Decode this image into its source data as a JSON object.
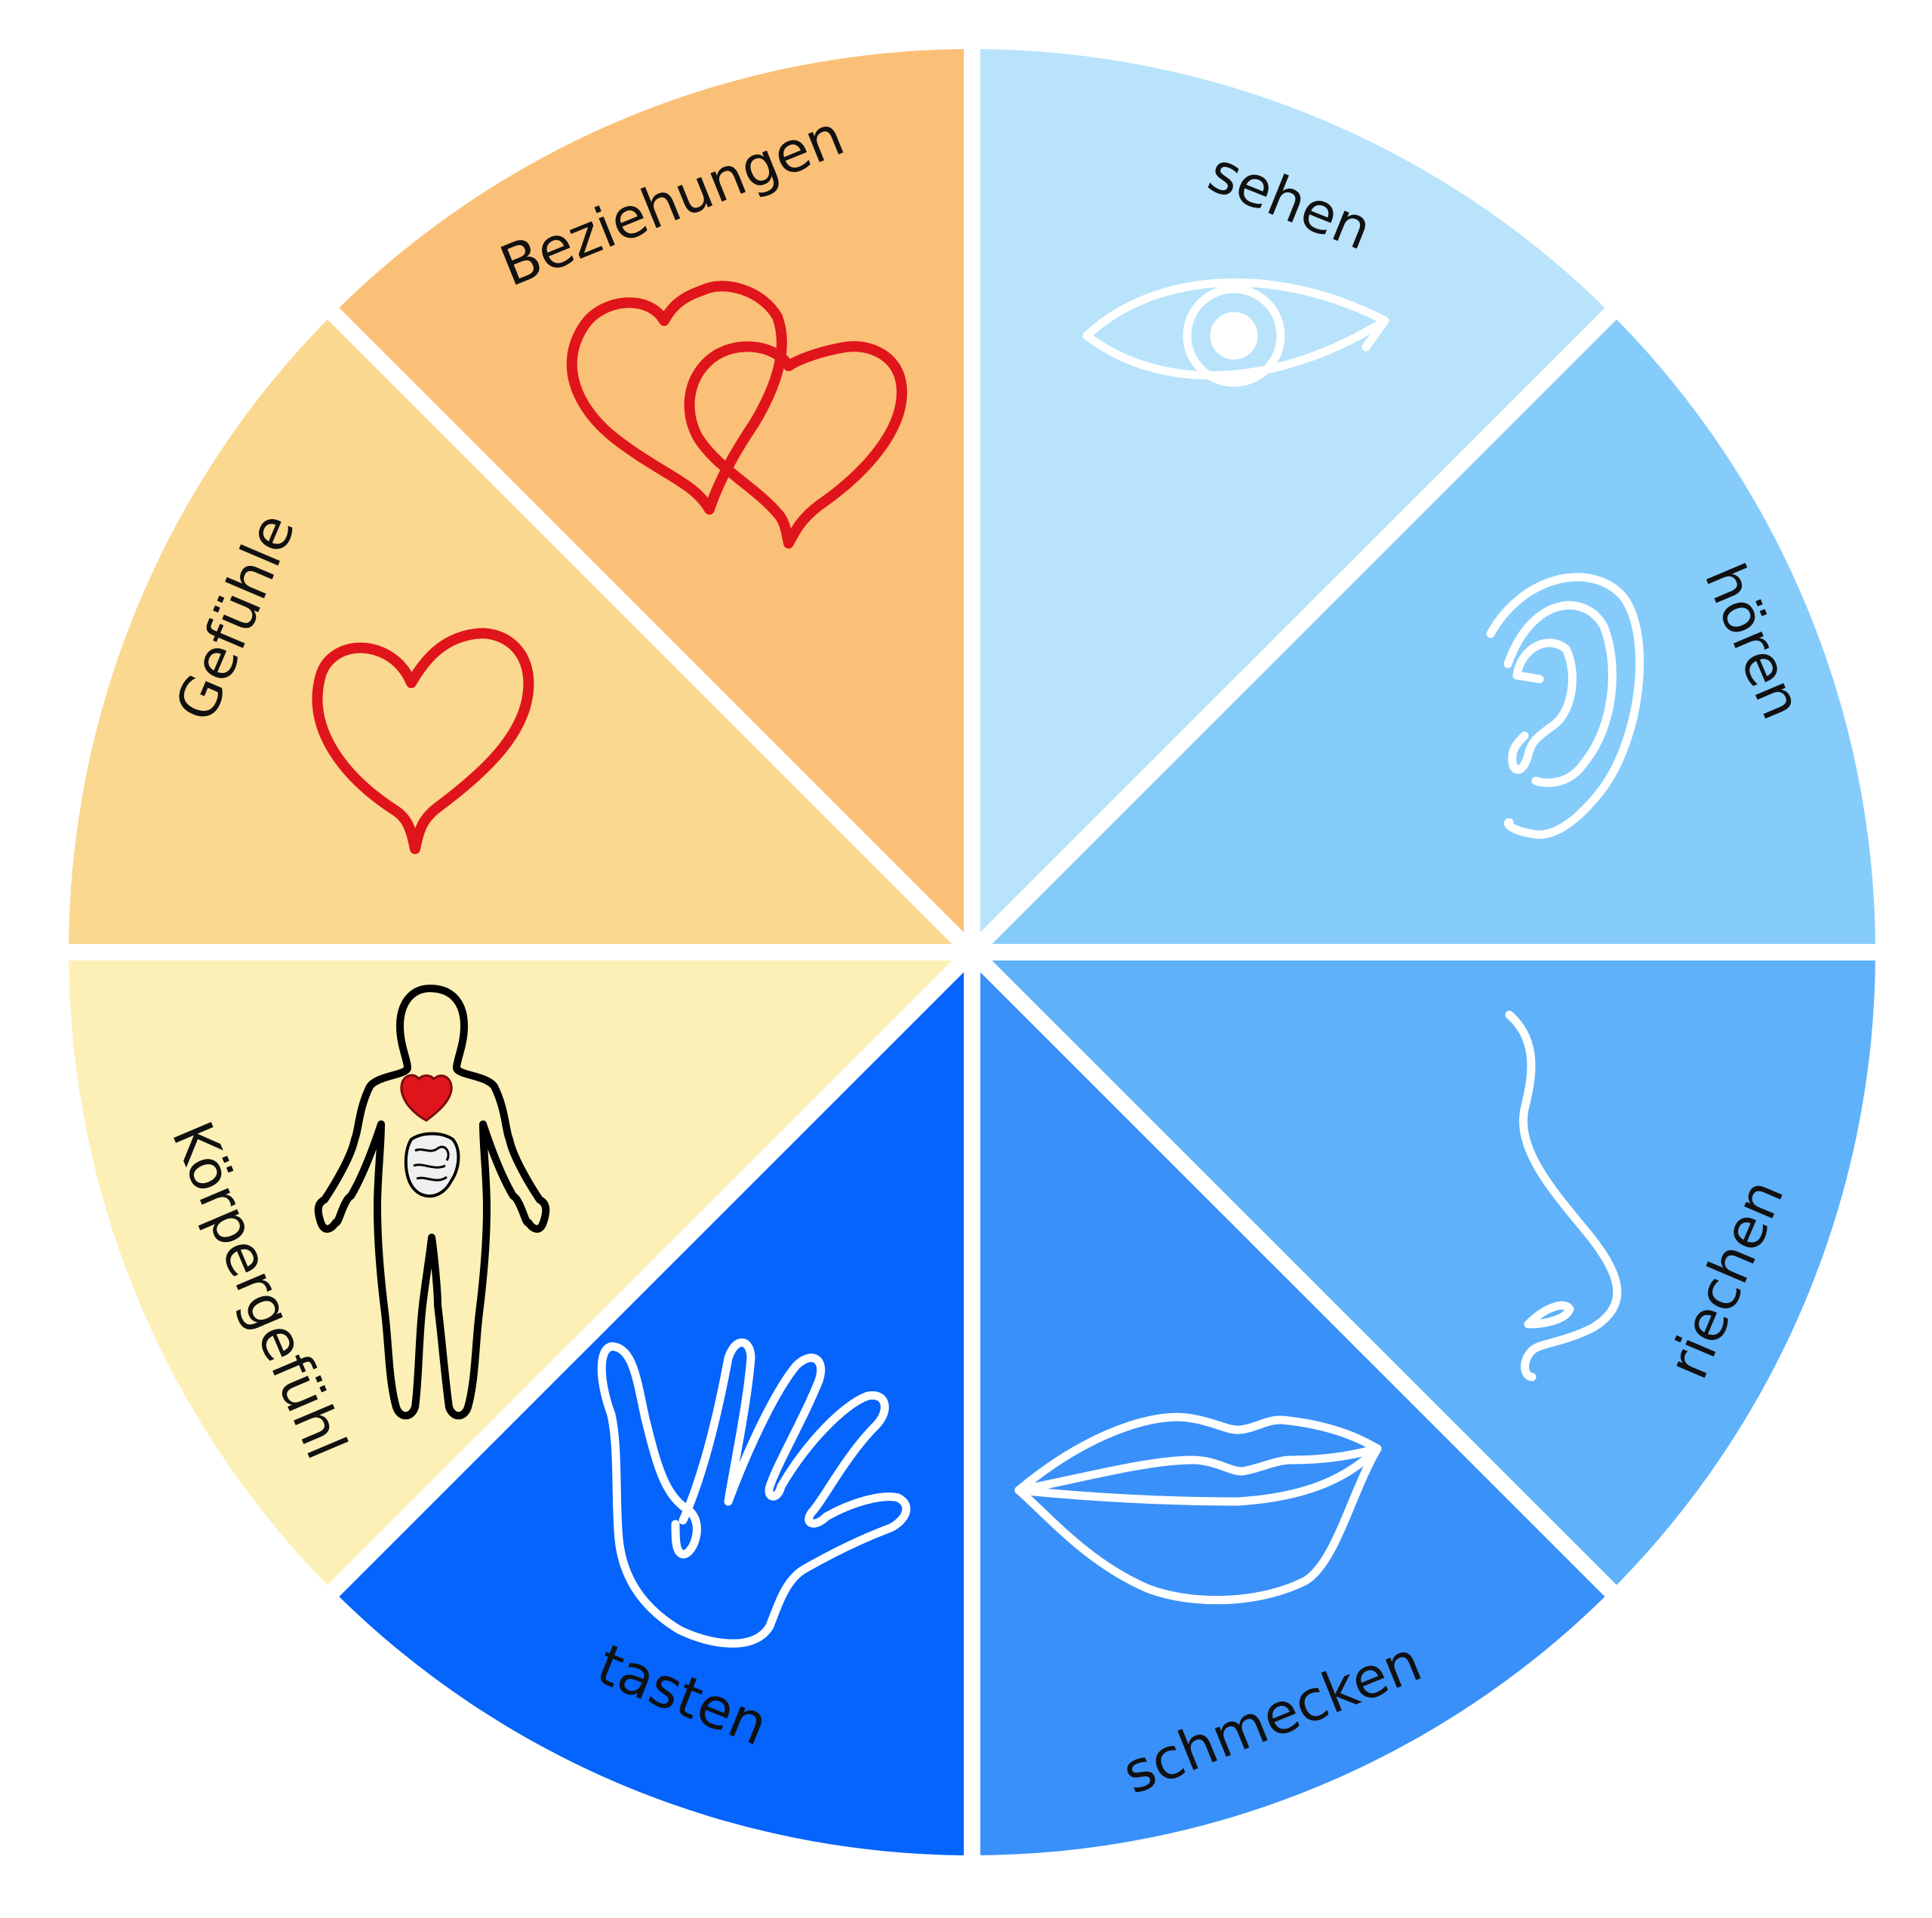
{
  "segments": [
    {
      "id": "sehen",
      "label": "sehen",
      "color": "#b8e3fb",
      "icon": "eye-icon"
    },
    {
      "id": "hoeren",
      "label": "hören",
      "color": "#86ccfb",
      "icon": "ear-icon"
    },
    {
      "id": "riechen",
      "label": "riechen",
      "color": "#5fb1fa",
      "icon": "nose-icon"
    },
    {
      "id": "schmecken",
      "label": "schmecken",
      "color": "#3a90f9",
      "icon": "lips-icon"
    },
    {
      "id": "tasten",
      "label": "tasten",
      "color": "#0464fb",
      "icon": "hand-icon"
    },
    {
      "id": "koerpergefuehl",
      "label": "Körpergefühl",
      "color": "#fcf0b6",
      "icon": "body-icon"
    },
    {
      "id": "gefuehle",
      "label": "Gefühle",
      "color": "#fbd88f",
      "icon": "heart-icon"
    },
    {
      "id": "beziehungen",
      "label": "Beziehungen",
      "color": "#fbc077",
      "icon": "two-hearts-icon"
    }
  ],
  "colors": {
    "divider": "#ffffff",
    "sense_icon": "#ffffff",
    "heart": "#e0151c",
    "body_outline": "#000000"
  }
}
